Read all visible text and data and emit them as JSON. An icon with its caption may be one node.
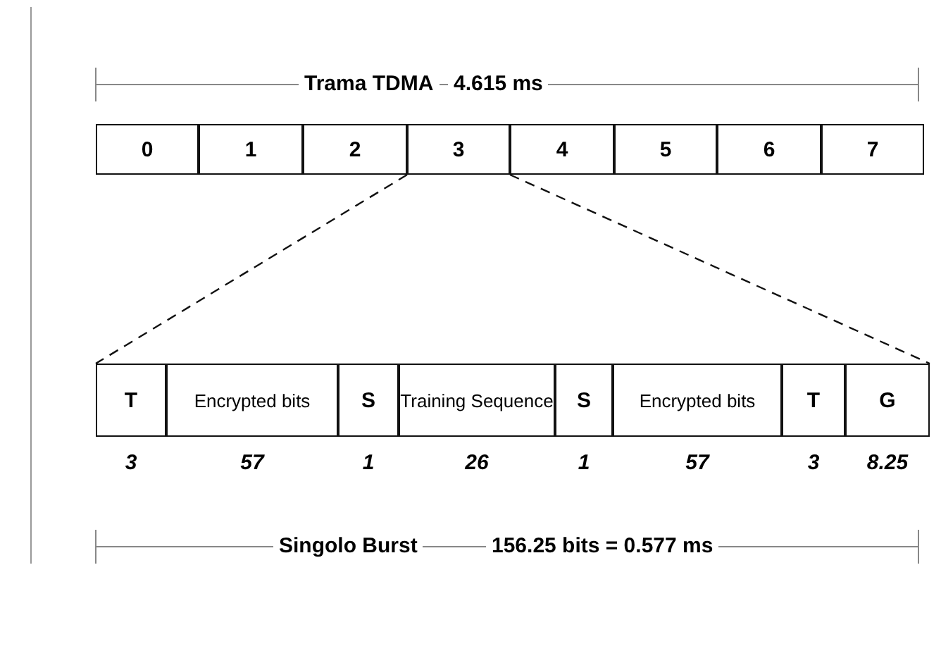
{
  "diagram": {
    "nodes": [
      {
        "text": [
          "0"
        ]
      },
      {
        "text": [
          "1"
        ]
      },
      {
        "text": [
          "2"
        ]
      },
      {
        "text": [
          "3"
        ]
      },
      {
        "text": [
          "4"
        ]
      },
      {
        "text": [
          "5"
        ]
      },
      {
        "text": [
          "6"
        ]
      },
      {
        "text": [
          "7"
        ]
      },
      {
        "text": [
          "T"
        ],
        "beside": [
          "3"
        ]
      },
      {
        "text": [
          "Encrypted bits"
        ],
        "beside": [
          "57"
        ]
      },
      {
        "text": [
          "S"
        ],
        "beside": [
          "1"
        ]
      },
      {
        "text": [
          "Training Sequence"
        ],
        "beside": [
          "26"
        ]
      },
      {
        "text": [
          "S"
        ],
        "beside": [
          "1"
        ]
      },
      {
        "text": [
          "Encrypted bits"
        ],
        "beside": [
          "57"
        ]
      },
      {
        "text": [
          "T"
        ],
        "beside": [
          "3"
        ]
      },
      {
        "text": [
          "G"
        ],
        "beside": [
          "8.25"
        ]
      }
    ],
    "edges": [
      {
        "from": 3,
        "to": 8,
        "arrow": "none",
        "style": "dashed"
      },
      {
        "from": 3,
        "to": 15,
        "arrow": "none",
        "style": "dashed"
      }
    ],
    "labels": [
      "Trama TDMA",
      "4.615 ms",
      "Singolo Burst",
      "156.25 bits = 0.577 ms"
    ]
  }
}
